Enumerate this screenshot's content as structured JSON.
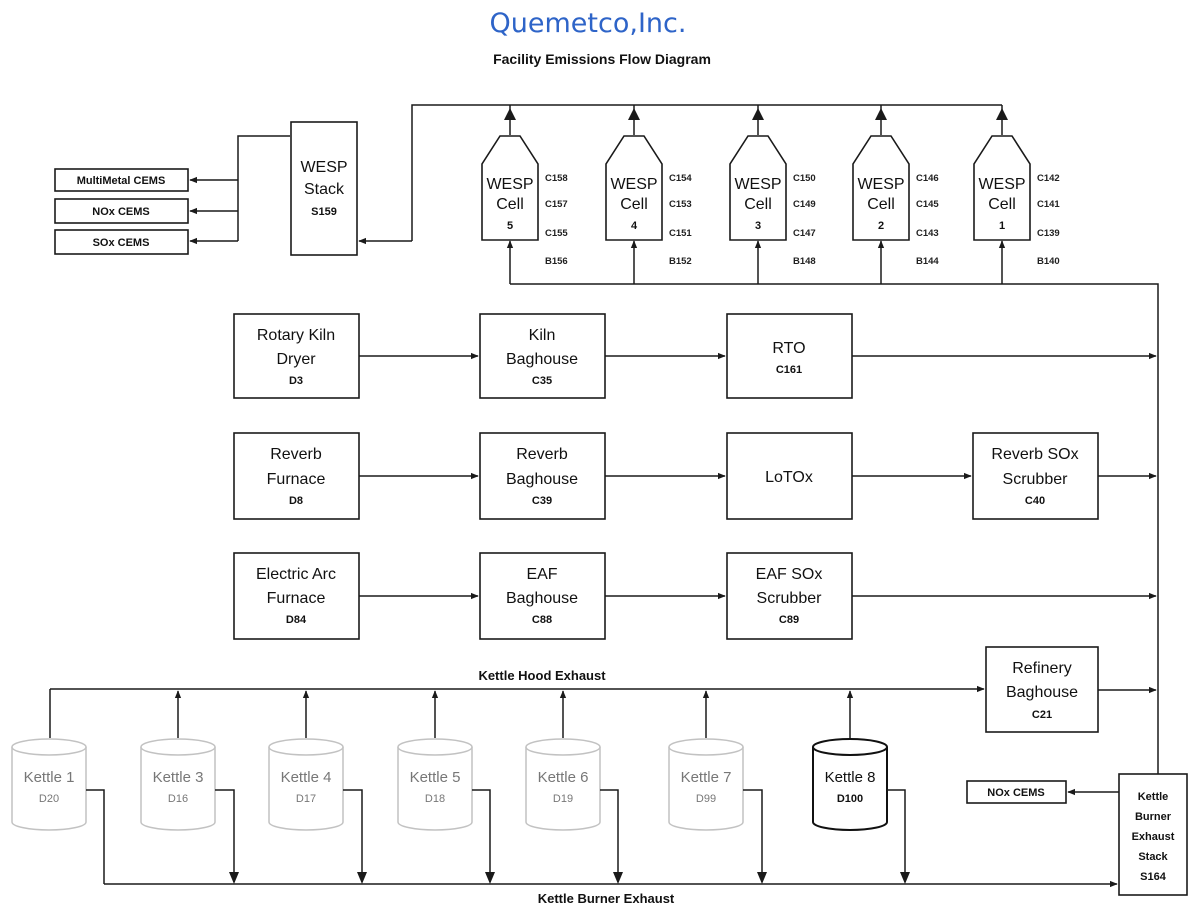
{
  "header": {
    "company": "Quemetco,Inc.",
    "subtitle": "Facility Emissions Flow Diagram"
  },
  "colors": {
    "brand": "#2e64c8",
    "line": "#1a1a1a",
    "kettle_outline": "#c2c2c2"
  },
  "cems": {
    "multimetal": "MultiMetal CEMS",
    "nox": "NOx CEMS",
    "sox": "SOx CEMS",
    "kettle_nox": "NOx CEMS"
  },
  "wesp_stack": {
    "name1": "WESP",
    "name2": "Stack",
    "id": "S159"
  },
  "wesp_cells": [
    {
      "name1": "WESP",
      "name2": "Cell",
      "num": "5",
      "tags": [
        "C158",
        "C157",
        "C155"
      ],
      "bottom": "B156"
    },
    {
      "name1": "WESP",
      "name2": "Cell",
      "num": "4",
      "tags": [
        "C154",
        "C153",
        "C151"
      ],
      "bottom": "B152"
    },
    {
      "name1": "WESP",
      "name2": "Cell",
      "num": "3",
      "tags": [
        "C150",
        "C149",
        "C147"
      ],
      "bottom": "B148"
    },
    {
      "name1": "WESP",
      "name2": "Cell",
      "num": "2",
      "tags": [
        "C146",
        "C145",
        "C143"
      ],
      "bottom": "B144"
    },
    {
      "name1": "WESP",
      "name2": "Cell",
      "num": "1",
      "tags": [
        "C142",
        "C141",
        "C139"
      ],
      "bottom": "B140"
    }
  ],
  "units": {
    "rotary_kiln": {
      "line1": "Rotary Kiln",
      "line2": "Dryer",
      "id": "D3"
    },
    "kiln_baghouse": {
      "line1": "Kiln",
      "line2": "Baghouse",
      "id": "C35"
    },
    "rto": {
      "line1": "RTO",
      "id": "C161"
    },
    "reverb_furnace": {
      "line1": "Reverb",
      "line2": "Furnace",
      "id": "D8"
    },
    "reverb_baghouse": {
      "line1": "Reverb",
      "line2": "Baghouse",
      "id": "C39"
    },
    "lotox": {
      "line1": "LoTOx"
    },
    "reverb_scrubber": {
      "line1": "Reverb SOx",
      "line2": "Scrubber",
      "id": "C40"
    },
    "eaf": {
      "line1": "Electric Arc",
      "line2": "Furnace",
      "id": "D84"
    },
    "eaf_baghouse": {
      "line1": "EAF",
      "line2": "Baghouse",
      "id": "C88"
    },
    "eaf_scrubber": {
      "line1": "EAF SOx",
      "line2": "Scrubber",
      "id": "C89"
    },
    "refinery_baghouse": {
      "line1": "Refinery",
      "line2": "Baghouse",
      "id": "C21"
    }
  },
  "kettles": [
    {
      "name": "Kettle 1",
      "id": "D20"
    },
    {
      "name": "Kettle 3",
      "id": "D16"
    },
    {
      "name": "Kettle 4",
      "id": "D17"
    },
    {
      "name": "Kettle 5",
      "id": "D18"
    },
    {
      "name": "Kettle 6",
      "id": "D19"
    },
    {
      "name": "Kettle 7",
      "id": "D99"
    },
    {
      "name": "Kettle 8",
      "id": "D100"
    }
  ],
  "kettle_stack": {
    "line1": "Kettle",
    "line2": "Burner",
    "line3": "Exhaust",
    "line4": "Stack",
    "id": "S164"
  },
  "labels": {
    "hood_exhaust": "Kettle Hood Exhaust",
    "burner_exhaust": "Kettle Burner Exhaust"
  }
}
